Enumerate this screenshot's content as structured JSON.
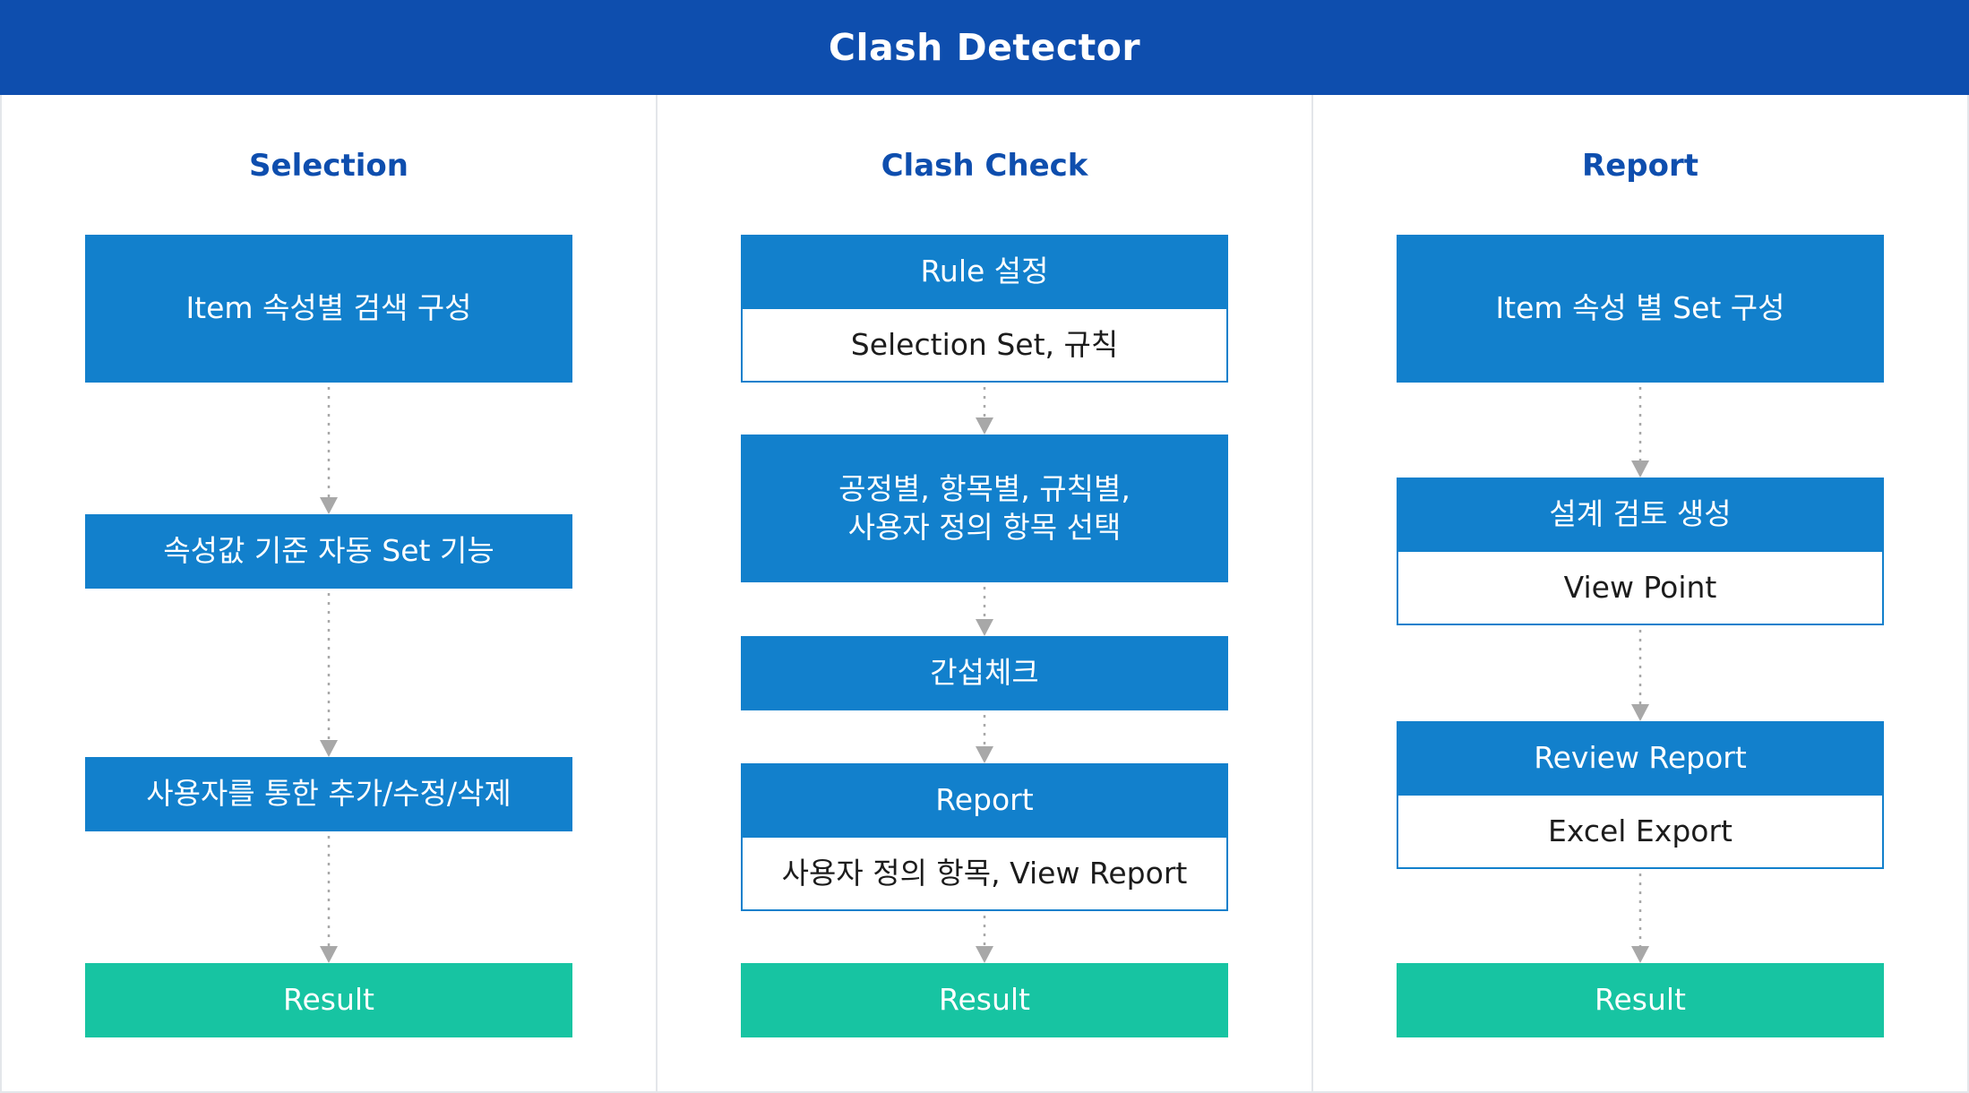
{
  "header": {
    "title": "Clash Detector"
  },
  "columns": [
    {
      "title": "Selection",
      "nodes": [
        {
          "top": "Item 속성별 검색 구성"
        },
        {
          "top": "속성값 기준 자동 Set 기능"
        },
        {
          "top": "사용자를 통한 추가/수정/삭제"
        },
        {
          "top": "Result"
        }
      ]
    },
    {
      "title": "Clash Check",
      "nodes": [
        {
          "top": "Rule 설정",
          "bottom": "Selection Set, 규칙"
        },
        {
          "top": "공정별, 항목별, 규칙별,\n사용자 정의 항목 선택"
        },
        {
          "top": "간섭체크"
        },
        {
          "top": "Report",
          "bottom": "사용자 정의 항목, View Report"
        },
        {
          "top": "Result"
        }
      ]
    },
    {
      "title": "Report",
      "nodes": [
        {
          "top": "Item 속성 별 Set 구성"
        },
        {
          "top": "설계 검토 생성",
          "bottom": "View Point"
        },
        {
          "top": "Review Report",
          "bottom": "Excel Export"
        },
        {
          "top": "Result"
        }
      ]
    }
  ],
  "colors": {
    "header": "#0e4eae",
    "node_blue": "#1280cc",
    "result_green": "#17c4a2",
    "title_text": "#0e4eae",
    "divider": "#e3e6ea",
    "arrow": "#a8a8a8"
  }
}
